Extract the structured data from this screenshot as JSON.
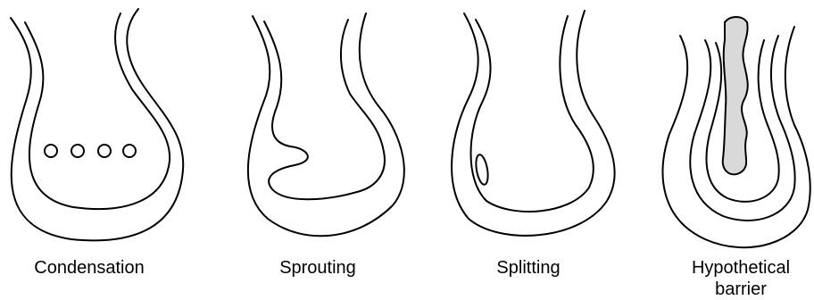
{
  "panels": [
    {
      "caption": "Condensation"
    },
    {
      "caption": "Sprouting"
    },
    {
      "caption": "Splitting"
    },
    {
      "caption": "Hypothetical\nbarrier"
    }
  ],
  "colors": {
    "stroke": "#000000",
    "barrier_fill": "#d9d9d9",
    "background": "#ffffff"
  }
}
